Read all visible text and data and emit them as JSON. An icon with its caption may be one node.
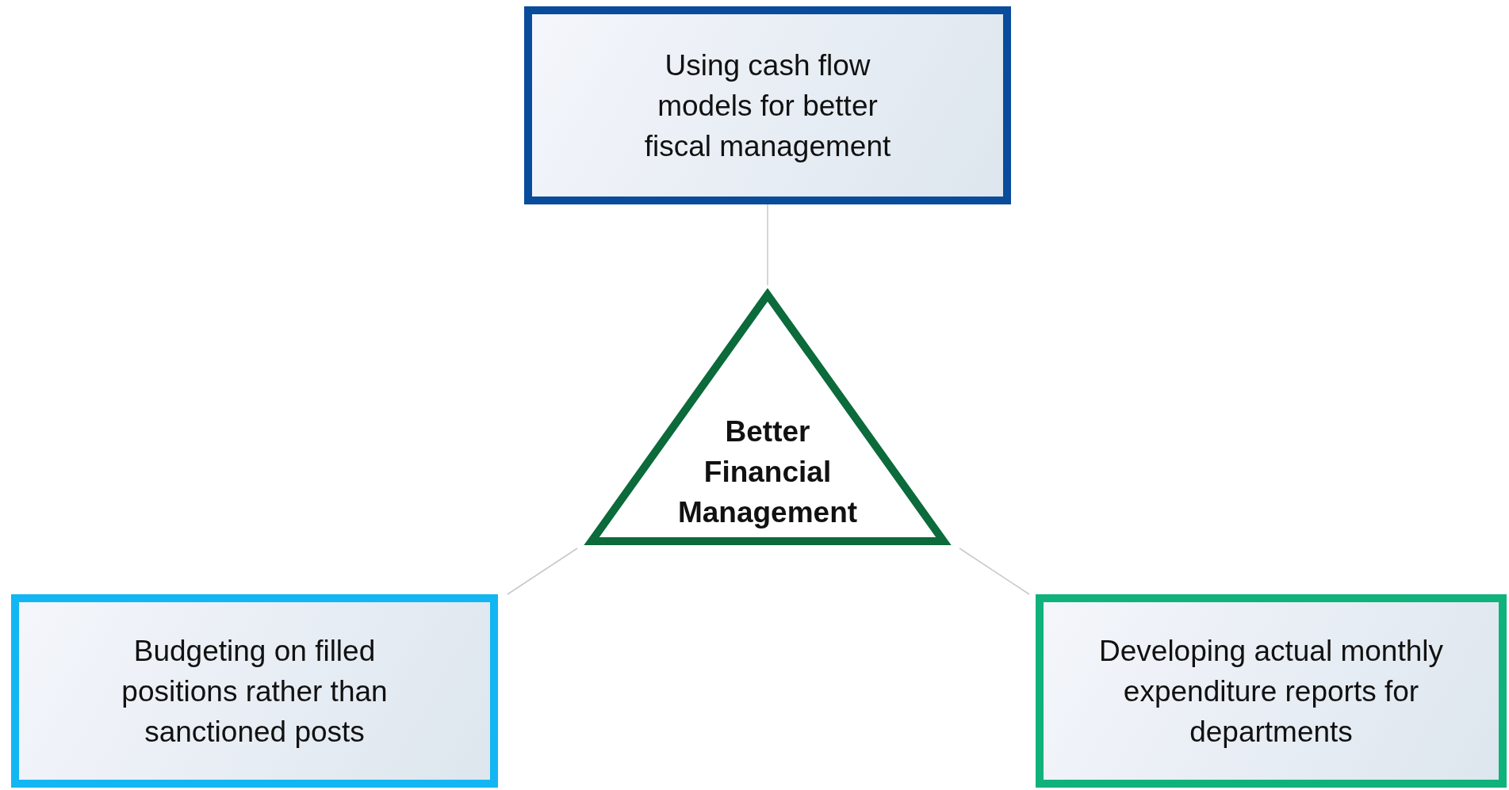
{
  "diagram": {
    "nodes": [
      {
        "text": [
          "Using cash flow models for better fiscal management"
        ]
      },
      {
        "text": [
          "Better Financial Management"
        ]
      },
      {
        "text": [
          "Budgeting on filled positions rather than sanctioned posts"
        ]
      },
      {
        "text": [
          "Developing actual monthly expenditure reports for departments"
        ]
      }
    ],
    "edges": [
      {
        "from": 1,
        "to": 0,
        "arrow": "none"
      },
      {
        "from": 1,
        "to": 2,
        "arrow": "none"
      },
      {
        "from": 1,
        "to": 3,
        "arrow": "none"
      }
    ]
  }
}
